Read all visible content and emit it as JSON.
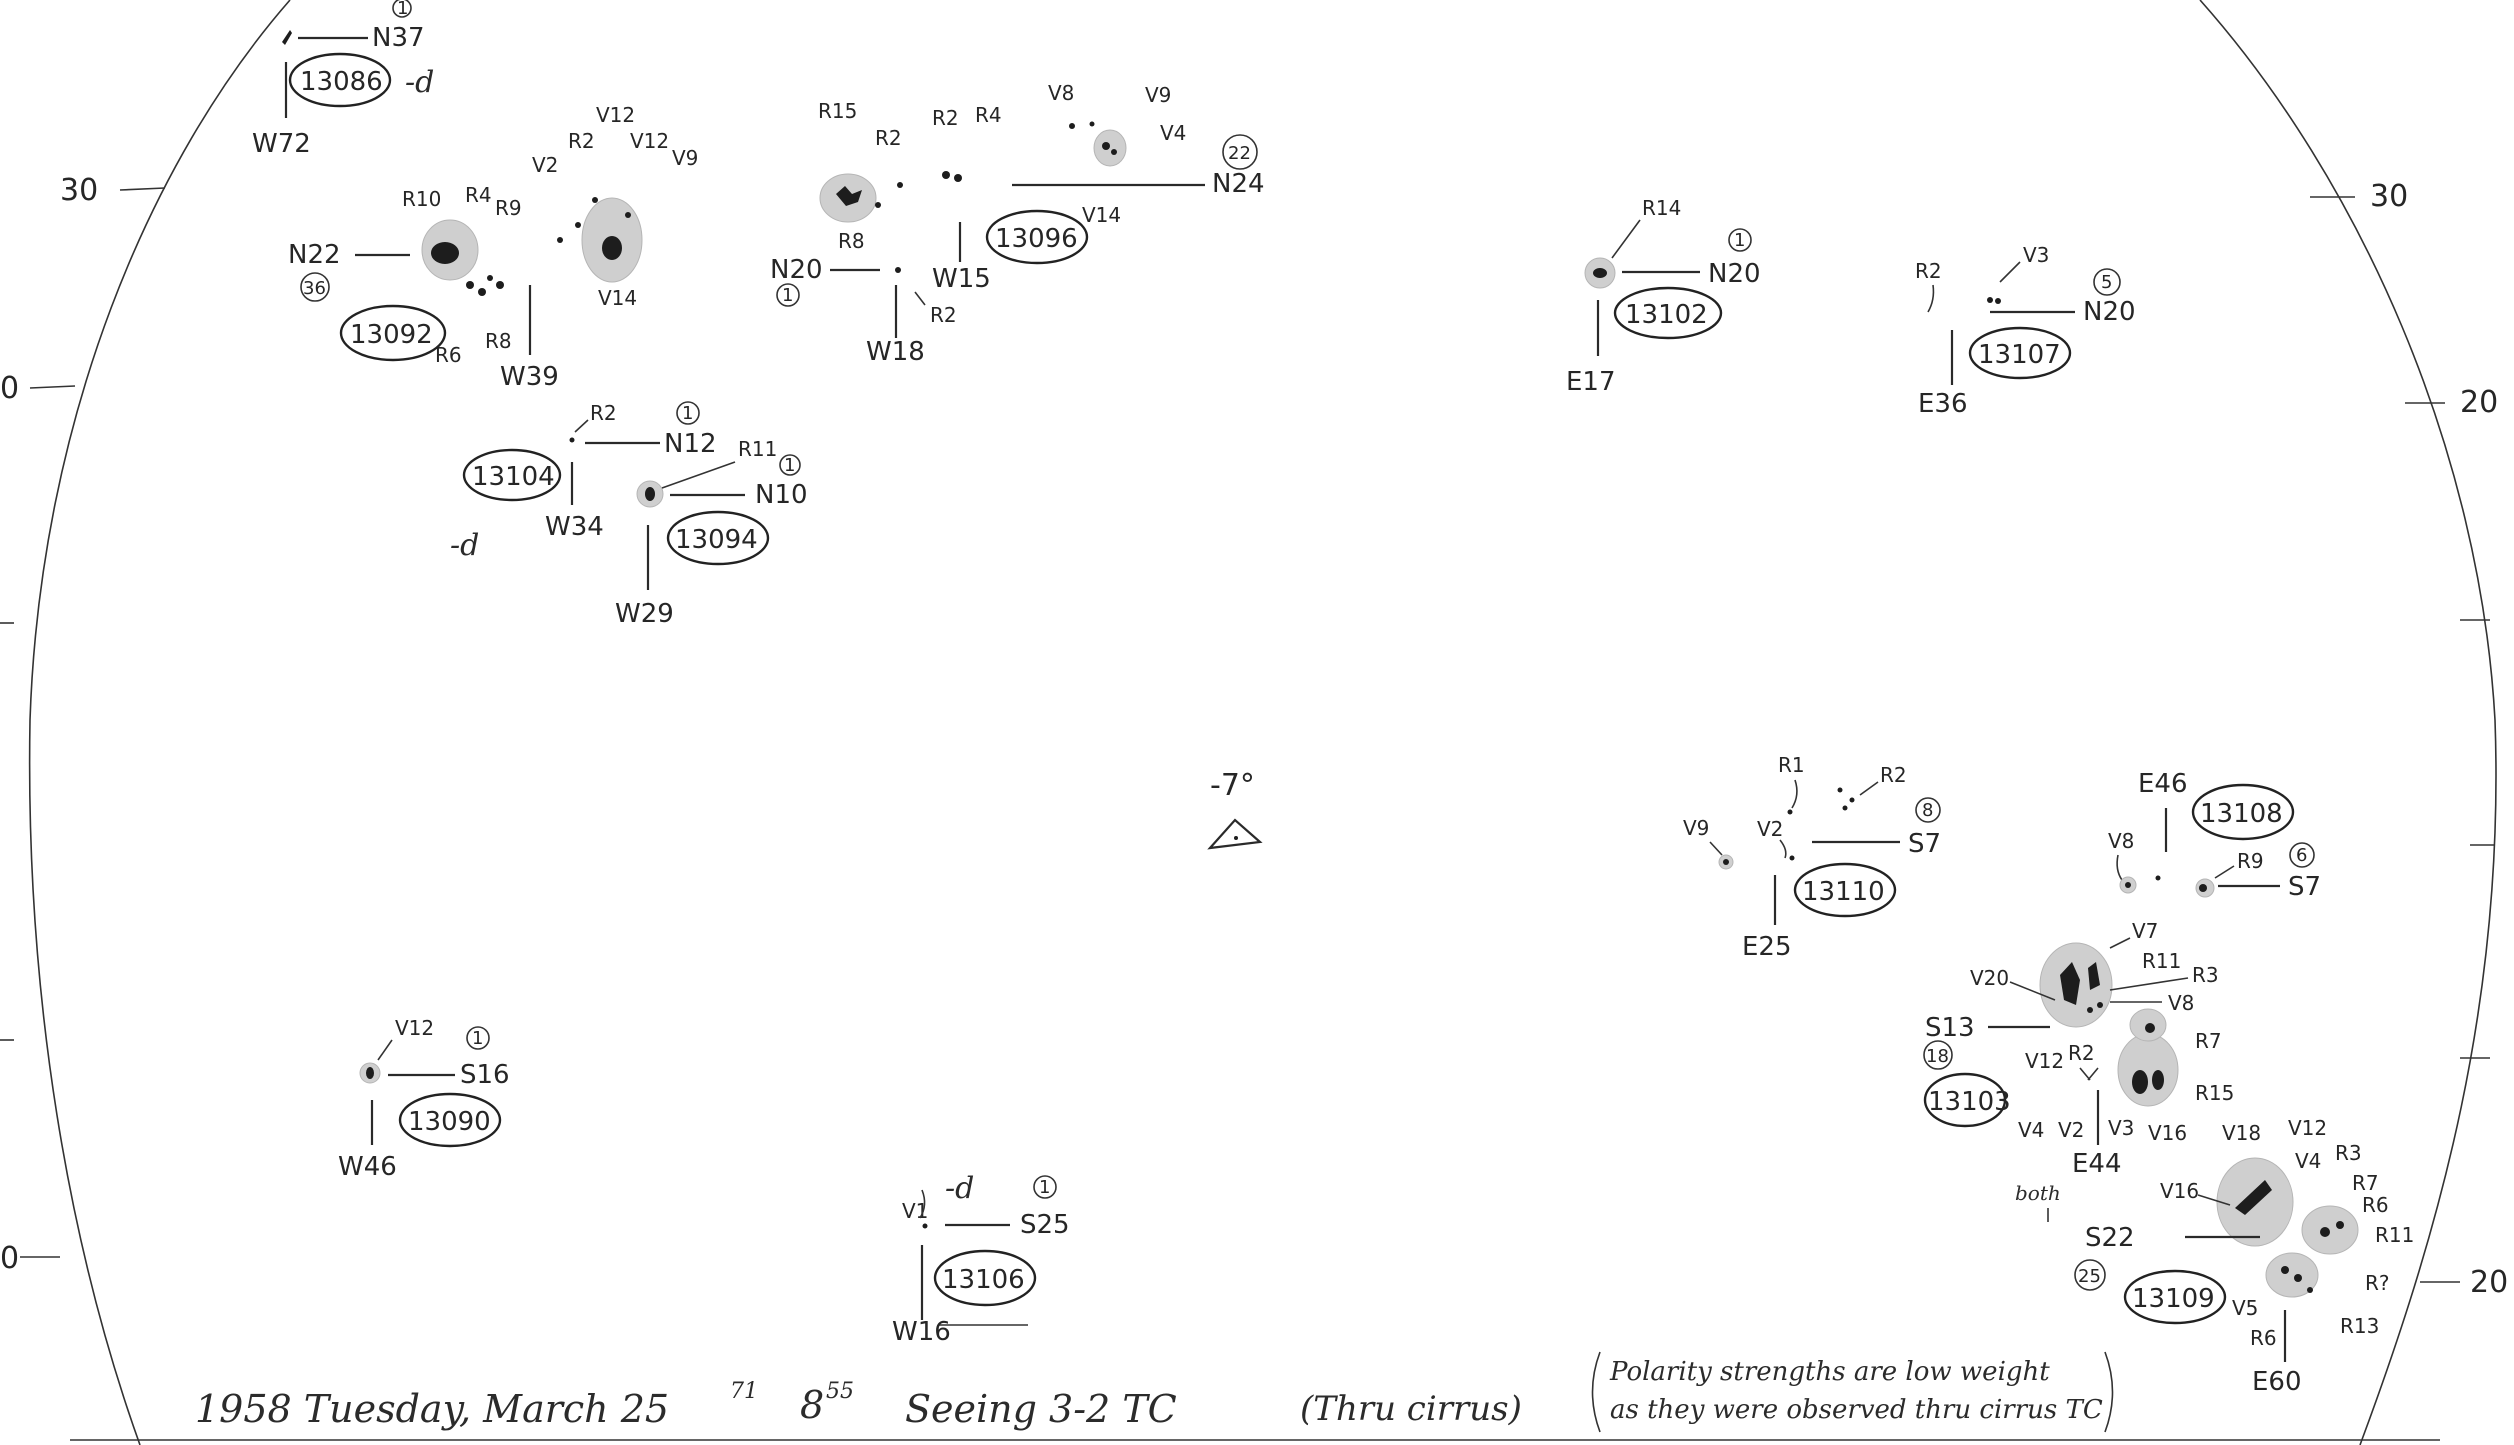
{
  "scale": {
    "left": [
      "30",
      "0"
    ],
    "right": [
      "30",
      "20"
    ],
    "bottom_left": "0",
    "bottom_right": "20"
  },
  "center": {
    "angle": "-7°"
  },
  "groups": [
    {
      "id": "13086",
      "lat": "N37",
      "lon": "W72",
      "count": "1",
      "extra": "-d"
    },
    {
      "id": "13092",
      "lat": "N22",
      "lon": "W39",
      "count": "36",
      "marks": [
        "R10",
        "R4",
        "R9",
        "V2",
        "R2",
        "V12",
        "V12",
        "V9",
        "V14",
        "R6",
        "R8"
      ]
    },
    {
      "id": "13096",
      "lat": "N24",
      "lon": "W15",
      "count": "22",
      "marks": [
        "R15",
        "R2",
        "R2",
        "R4",
        "V8",
        "V9",
        "V4",
        "V14",
        "R8"
      ]
    },
    {
      "id": "N20-W18",
      "lat": "N20",
      "lon": "W18",
      "count": "1",
      "marks": [
        "R2"
      ]
    },
    {
      "id": "13102",
      "lat": "N20",
      "lon": "E17",
      "count": "1",
      "marks": [
        "R14"
      ]
    },
    {
      "id": "13107",
      "lat": "N20",
      "lon": "E36",
      "count": "5",
      "marks": [
        "R2",
        "V3"
      ]
    },
    {
      "id": "13104",
      "lat": "N12",
      "lon": "W34",
      "count": "1",
      "marks": [
        "R2"
      ],
      "extra": "-d"
    },
    {
      "id": "13094",
      "lat": "N10",
      "lon": "W29",
      "count": "1",
      "marks": [
        "R11"
      ]
    },
    {
      "id": "13110",
      "lat": "S7",
      "lon": "E25",
      "count": "8",
      "marks": [
        "R1",
        "R2",
        "V9",
        "V2"
      ]
    },
    {
      "id": "13108",
      "lat": "S7",
      "lon": "E46",
      "count": "6",
      "marks": [
        "V8",
        "R9"
      ]
    },
    {
      "id": "13103",
      "lat": "S13",
      "lon": "E44",
      "count": "18",
      "marks": [
        "V7",
        "V20",
        "R11",
        "R3",
        "V8",
        "R7",
        "V12",
        "R2",
        "R15",
        "V4",
        "V2",
        "V3",
        "V16"
      ],
      "extra": "both"
    },
    {
      "id": "13090",
      "lat": "S16",
      "lon": "W46",
      "count": "1",
      "marks": [
        "V12"
      ]
    },
    {
      "id": "13106",
      "lat": "S25",
      "lon": "W16",
      "count": "1",
      "marks": [
        "V1"
      ],
      "extra": "-d"
    },
    {
      "id": "13109",
      "lat": "S22",
      "lon": "E60",
      "count": "25",
      "marks": [
        "V18",
        "V12",
        "V4",
        "R3",
        "V16",
        "R7",
        "R6",
        "R11",
        "V5",
        "R?",
        "R6",
        "R13"
      ]
    }
  ],
  "footer": {
    "line": "1958 Tuesday, March 25",
    "sup_date": "71",
    "time": "8",
    "sup_time": "55",
    "seeing": "Seeing 3-2 TC",
    "cirrus": "(Thru cirrus)",
    "note_line1": "Polarity strengths are low weight",
    "note_line2": "as they were observed thru cirrus TC"
  },
  "colors": {
    "ink": "#222222",
    "penumbra": "#cfcfcf",
    "paper": "#ffffff"
  }
}
